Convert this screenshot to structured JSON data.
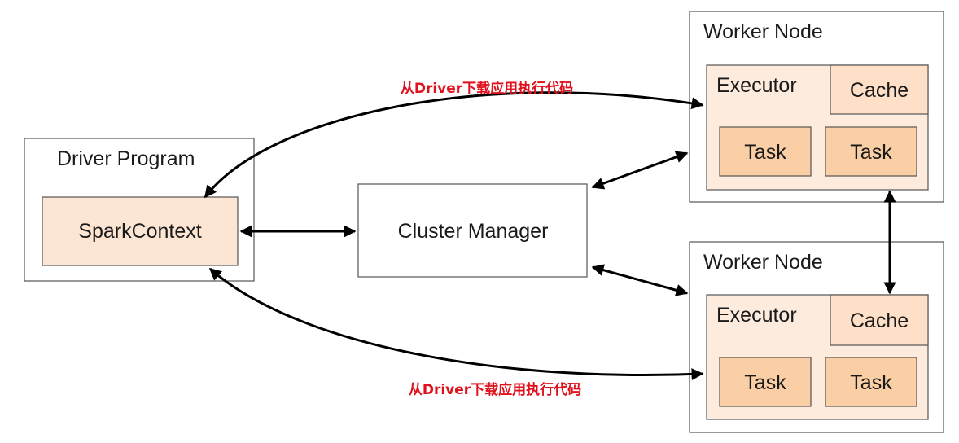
{
  "driver": {
    "title": "Driver Program",
    "context_label": "SparkContext"
  },
  "cluster_manager": {
    "label": "Cluster Manager"
  },
  "worker_top": {
    "title": "Worker Node",
    "executor_label": "Executor",
    "cache_label": "Cache",
    "task1_label": "Task",
    "task2_label": "Task"
  },
  "worker_bottom": {
    "title": "Worker Node",
    "executor_label": "Executor",
    "cache_label": "Cache",
    "task1_label": "Task",
    "task2_label": "Task"
  },
  "annotations": {
    "top_label": "从Driver下载应用执行代码",
    "bottom_label": "从Driver下载应用执行代码"
  },
  "colors": {
    "annotation_red": "#e0101c",
    "task_fill": "#fbcfa5",
    "executor_fill": "#fdebdd"
  }
}
